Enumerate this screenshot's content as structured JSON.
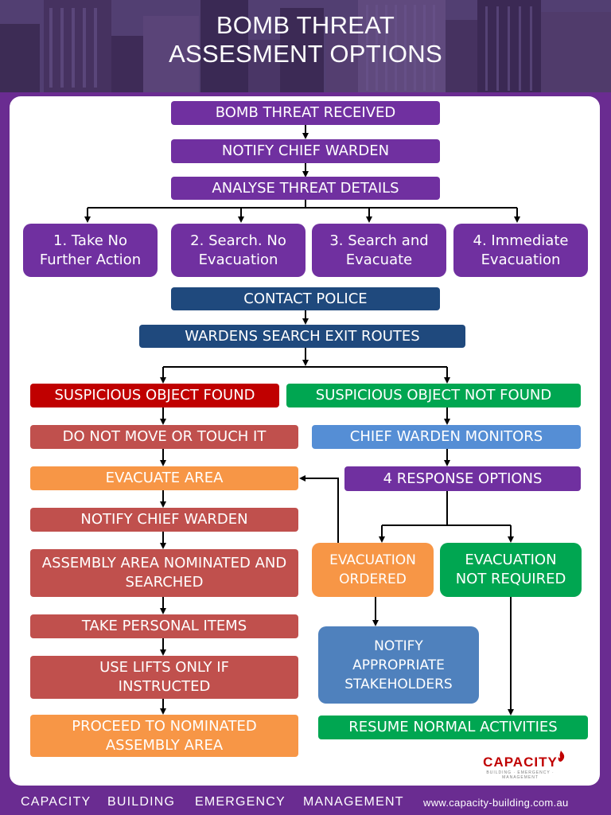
{
  "header": {
    "title_line1": "BOMB THREAT",
    "title_line2": "ASSESMENT OPTIONS"
  },
  "flow": {
    "received": "BOMB THREAT RECEIVED",
    "notify_chief": "NOTIFY CHIEF WARDEN",
    "analyse": "ANALYSE THREAT DETAILS",
    "option1": "1. Take No Further Action",
    "option2": "2. Search. No Evacuation",
    "option3": "3. Search and Evacuate",
    "option4": "4. Immediate Evacuation",
    "contact_police": "CONTACT POLICE",
    "wardens_search": "WARDENS SEARCH EXIT ROUTES",
    "found": "SUSPICIOUS OBJECT FOUND",
    "not_found": "SUSPICIOUS OBJECT NOT FOUND",
    "do_not_move": "DO NOT MOVE OR TOUCH IT",
    "evacuate_area": "EVACUATE AREA",
    "notify_chief_2": "NOTIFY CHIEF WARDEN",
    "assembly_area": "ASSEMBLY AREA NOMINATED AND SEARCHED",
    "personal_items": "TAKE PERSONAL ITEMS",
    "use_lifts": "USE LIFTS ONLY IF INSTRUCTED",
    "proceed_assembly": "PROCEED TO NOMINATED ASSEMBLY AREA",
    "chief_monitors": "CHIEF WARDEN MONITORS",
    "response_options": "4 RESPONSE OPTIONS",
    "evac_ordered": "EVACUATION ORDERED",
    "evac_not_required": "EVACUATION NOT REQUIRED",
    "notify_stakeholders": "NOTIFY APPROPRIATE STAKEHOLDERS",
    "resume_normal": "RESUME NORMAL ACTIVITIES"
  },
  "logo": {
    "name": "CAPACITY",
    "tagline": "BUILDING · EMERGENCY · MANAGEMENT",
    "icon": "flame-icon"
  },
  "footer": {
    "word1": "CAPACITY",
    "word2": "BUILDING",
    "word3": "EMERGENCY",
    "word4": "MANAGEMENT",
    "url": "www.capacity-building.com.au"
  },
  "colors": {
    "purple": "#7030a0",
    "navy": "#1f497d",
    "red": "#c00000",
    "green": "#00a651",
    "brick": "#c0504d",
    "orange": "#f79646",
    "blue": "#558ed5",
    "frame": "#6a2c91"
  }
}
